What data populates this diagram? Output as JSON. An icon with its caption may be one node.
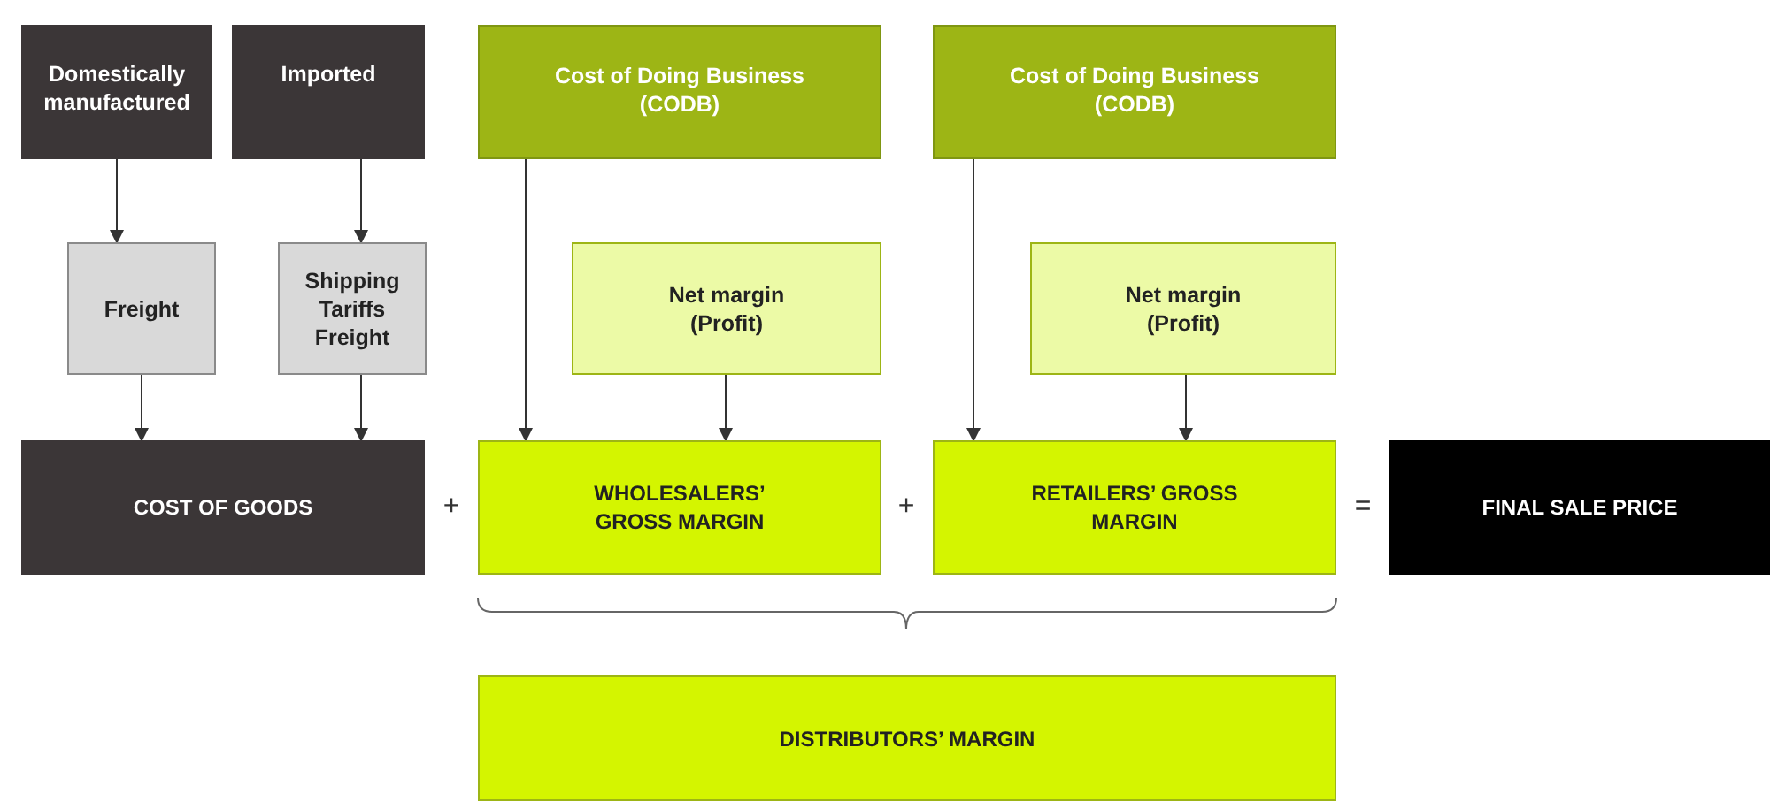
{
  "diagram": {
    "nodes": [
      {
        "text": [
          "Domestically manufactured"
        ]
      },
      {
        "text": [
          "Imported"
        ]
      },
      {
        "text": [
          "Cost of Doing Business (CODB)"
        ]
      },
      {
        "text": [
          "Cost of Doing Business (CODB)"
        ]
      },
      {
        "text": [
          "Freight"
        ]
      },
      {
        "text": [
          "Shipping Tariffs Freight"
        ]
      },
      {
        "text": [
          "Net margin (Profit)"
        ]
      },
      {
        "text": [
          "Net margin (Profit)"
        ]
      },
      {
        "text": [
          "COST OF GOODS"
        ]
      },
      {
        "text": [
          "WHOLESALERS’ GROSS MARGIN"
        ]
      },
      {
        "text": [
          "RETAILERS’ GROSS MARGIN"
        ]
      },
      {
        "text": [
          "FINAL SALE PRICE"
        ]
      },
      {
        "text": [
          "DISTRIBUTORS’ MARGIN"
        ]
      }
    ],
    "edges": [
      {
        "from": 0,
        "to": 4,
        "arrow": "to"
      },
      {
        "from": 1,
        "to": 5,
        "arrow": "to"
      },
      {
        "from": 4,
        "to": 8,
        "arrow": "to"
      },
      {
        "from": 5,
        "to": 8,
        "arrow": "to"
      },
      {
        "from": 2,
        "to": 9,
        "arrow": "to"
      },
      {
        "from": 6,
        "to": 9,
        "arrow": "to"
      },
      {
        "from": 3,
        "to": 10,
        "arrow": "to"
      },
      {
        "from": 7,
        "to": 10,
        "arrow": "to"
      }
    ],
    "labels": [
      "+",
      "+",
      "="
    ]
  }
}
